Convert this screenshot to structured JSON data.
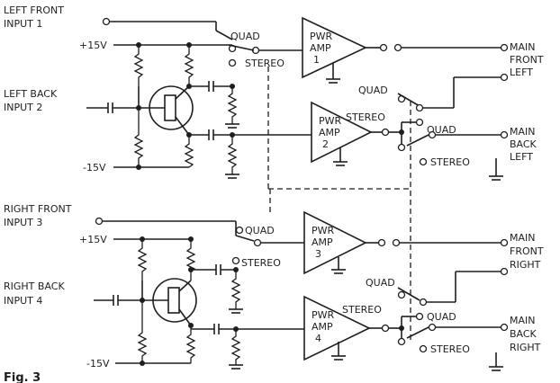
{
  "inputs": {
    "in1": [
      "LEFT FRONT",
      "INPUT 1"
    ],
    "in2": [
      "LEFT BACK",
      "INPUT 2"
    ],
    "in3": [
      "RIGHT FRONT",
      "INPUT 3"
    ],
    "in4": [
      "RIGHT BACK",
      "INPUT 4"
    ]
  },
  "supplies": {
    "top_pos": "+15V",
    "top_neg": "-15V",
    "bot_pos": "+15V",
    "bot_neg": "-15V"
  },
  "switch_labels": {
    "quad": "QUAD",
    "stereo": "STEREO"
  },
  "amps": [
    {
      "lines": [
        "PWR",
        "AMP",
        "1"
      ]
    },
    {
      "lines": [
        "PWR",
        "AMP",
        "2"
      ]
    },
    {
      "lines": [
        "PWR",
        "AMP",
        "3"
      ]
    },
    {
      "lines": [
        "PWR",
        "AMP",
        "4"
      ]
    }
  ],
  "outputs": {
    "out1": [
      "MAIN",
      "FRONT",
      "LEFT"
    ],
    "out2": [
      "MAIN",
      "BACK",
      "LEFT"
    ],
    "out3": [
      "MAIN",
      "FRONT",
      "RIGHT"
    ],
    "out4": [
      "MAIN",
      "BACK",
      "RIGHT"
    ]
  },
  "caption": "Fig. 3"
}
